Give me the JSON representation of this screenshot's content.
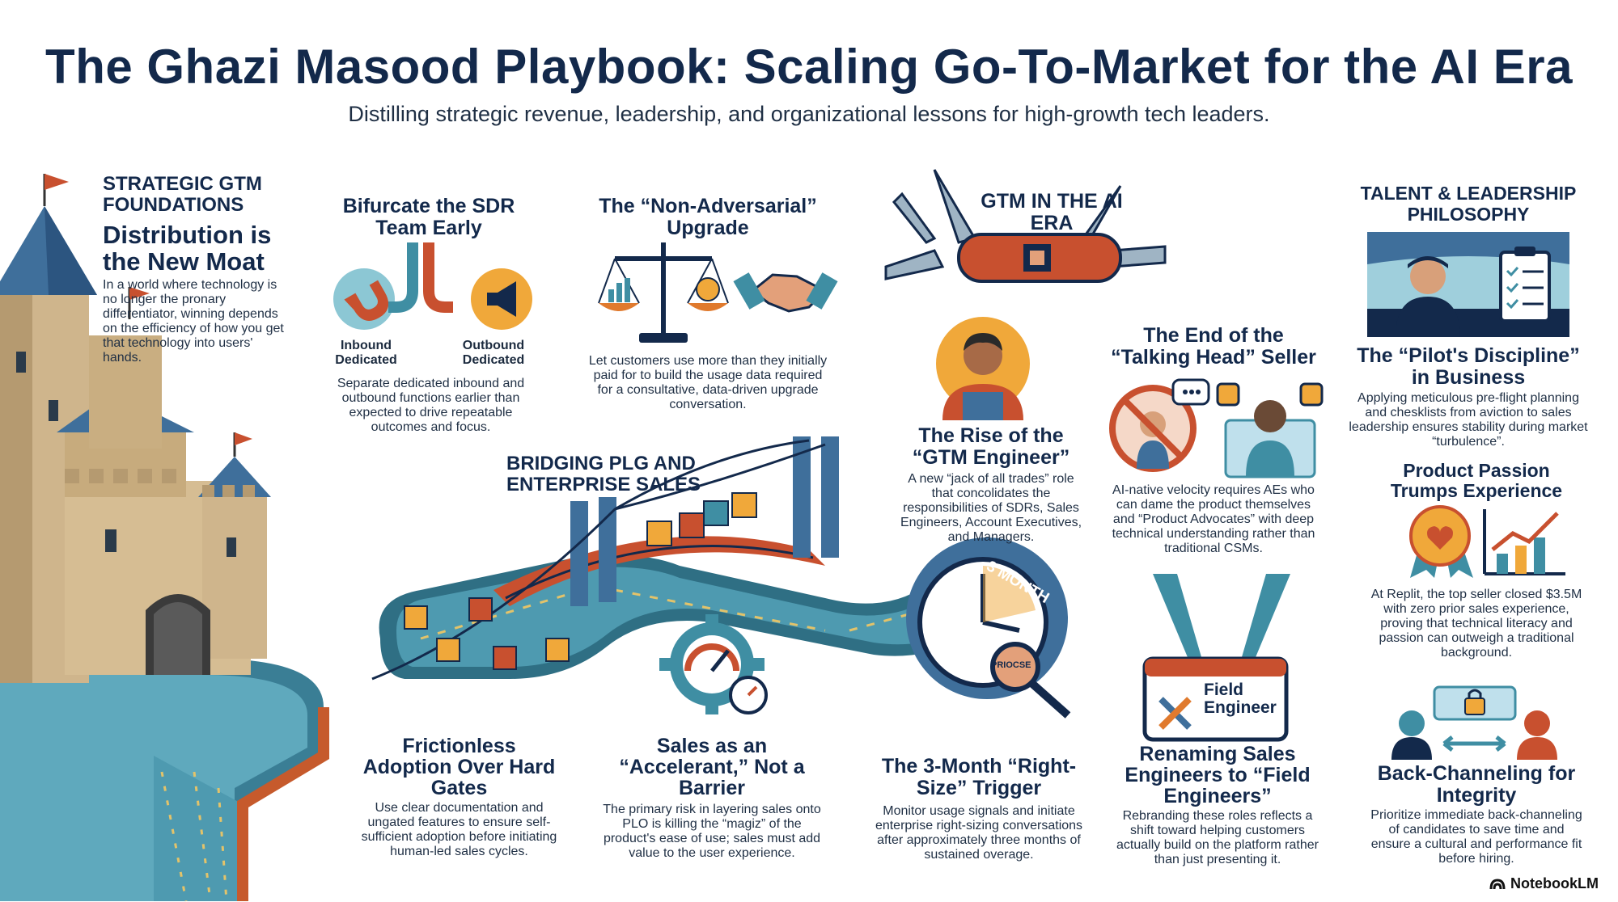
{
  "header": {
    "title": "The Ghazi Masood Playbook: Scaling Go-To-Market for the AI Era",
    "subtitle": "Distilling strategic revenue, leadership, and organizational lessons for high-growth tech leaders."
  },
  "foundations": {
    "section": "STRATEGIC GTM FOUNDATIONS",
    "heading": "Distribution is the New Moat",
    "body": "In a world where technology is no longer the pronary differentiator, winning depends on the efficiency of how you get that technology into users' hands."
  },
  "sdr": {
    "heading": "Bifurcate the SDR Team Early",
    "inbound_label": "Inbound Dedicated",
    "outbound_label": "Outbound Dedicated",
    "body": "Separate dedicated inbound and outbound functions earlier than expected to drive repeatable outcomes and focus."
  },
  "upgrade": {
    "heading": "The “Non-Adversarial” Upgrade",
    "body": "Let customers use more than they initially paid for to build the usage data required for a consultative, data-driven upgrade conversation."
  },
  "ai_era": {
    "section": "GTM IN THE AI ERA"
  },
  "gtm_engineer": {
    "heading": "The Rise of the “GTM Engineer”",
    "body": "A new “jack of all trades” role that concolidates the responsibilities of SDRs, Sales Engineers, Account Executives, and Managers."
  },
  "talking_head": {
    "heading": "The End of the “Talking Head” Seller",
    "body": "AI-native velocity requires AEs who can dame the product themselves and “Product Advocates” with deep technical understanding rather than traditional CSMs."
  },
  "talent": {
    "section": "TALENT & LEADERSHIP PHILOSOPHY",
    "pilot_heading": "The “Pilot's Discipline” in Business",
    "pilot_body": "Applying meticulous pre-flight planning and chesklists from aviction to sales leadership ensures stability during market “turbulence”.",
    "passion_heading": "Product Passion Trumps Experience",
    "passion_body": "At Replit, the top seller closed $3.5M with zero prior sales experience, proving that technical literacy and passion can outweigh a traditional background.",
    "backchannel_heading": "Back-Channeling for Integrity",
    "backchannel_body": "Prioritize immediate back-channeling of candidates to save time and ensure a cultural and performance fit before hiring."
  },
  "bridge": {
    "section": "BRIDGING PLG AND ENTERPRISE SALES",
    "clock_ring": "3 MONTH",
    "clock_badge": "PRIOCSE"
  },
  "frictionless": {
    "heading": "Frictionless Adoption Over Hard Gates",
    "body": "Use clear documentation and ungated features to ensure self-sufficient adoption before initiating human-led sales cycles."
  },
  "accelerant": {
    "heading": "Sales as an “Accelerant,” Not a Barrier",
    "body": "The primary risk in layering sales onto PLO is killing the “magiz” of the product's ease of use; sales must add value to the user experience."
  },
  "trigger": {
    "heading": "The 3-Month “Right-Size” Trigger",
    "body": "Monitor usage signals and initiate enterprise right-sizing conversations after approximately three months of sustained overage."
  },
  "field": {
    "badge_label": "Field Engineer",
    "heading": "Renaming Sales Engineers to “Field Engineers”",
    "body": "Rebranding these roles reflects a shift toward helping customers actually build on the platform rather than just presenting it."
  },
  "footer": {
    "brand": "NotebookLM"
  },
  "colors": {
    "navy": "#13294b",
    "orange": "#e07a2e",
    "teal": "#3f8ea3",
    "rust": "#c8502f"
  }
}
